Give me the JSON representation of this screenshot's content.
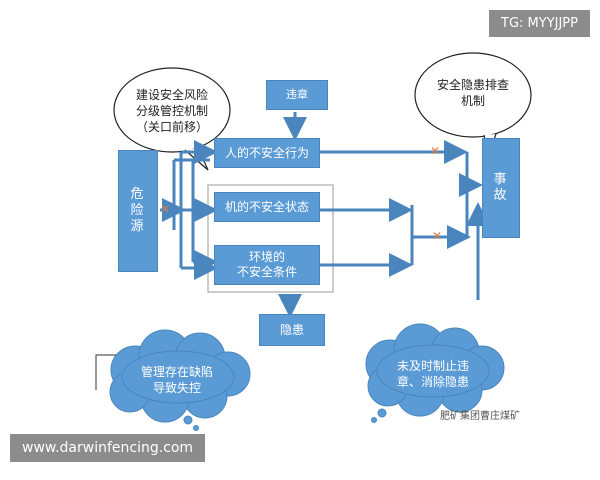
{
  "top_badge": "TG: MYYJJPP",
  "bottom_badge": "www.darwinfencing.com",
  "clouds": {
    "top_left": "建设安全风险\n分级管控机制\n（关口前移）",
    "top_right": "安全隐患排查\n机制",
    "bottom_left": "管理存在缺陷\n导致失控",
    "bottom_right": "未及时制止违\n章、消除隐患"
  },
  "boxes": {
    "hazard_source": [
      "危",
      "险",
      "源"
    ],
    "violation": "违章",
    "unsafe_behavior": "人的不安全行为",
    "unsafe_state": "机的不安全状态",
    "unsafe_env": "环境的\n不安全条件",
    "hidden_danger": "隐患",
    "accident": [
      "事",
      "故"
    ]
  },
  "cross_mark": "✕",
  "watermark": "肥矿集团曹庄煤矿"
}
